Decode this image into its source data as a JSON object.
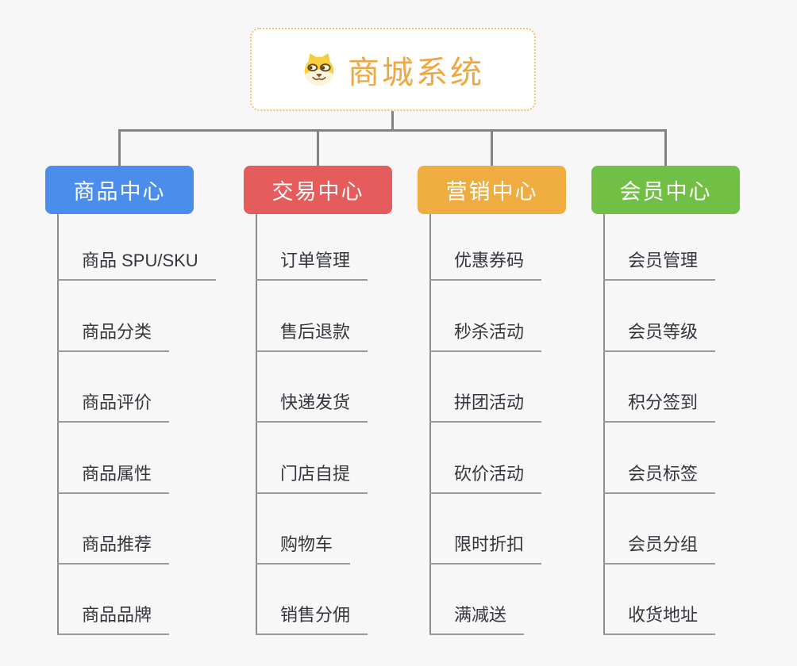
{
  "root": {
    "title": "商城系统",
    "title_color": "#F0A73F",
    "icon": "doge-icon"
  },
  "branches": [
    {
      "label": "商品中心",
      "color": "#4B8DEB",
      "items": [
        "商品 SPU/SKU",
        "商品分类",
        "商品评价",
        "商品属性",
        "商品推荐",
        "商品品牌"
      ]
    },
    {
      "label": "交易中心",
      "color": "#E55C5C",
      "items": [
        "订单管理",
        "售后退款",
        "快递发货",
        "门店自提",
        "购物车",
        "销售分佣"
      ]
    },
    {
      "label": "营销中心",
      "color": "#EFAD41",
      "items": [
        "优惠券码",
        "秒杀活动",
        "拼团活动",
        "砍价活动",
        "限时折扣",
        "满减送"
      ]
    },
    {
      "label": "会员中心",
      "color": "#71BF45",
      "items": [
        "会员管理",
        "会员等级",
        "积分签到",
        "会员标签",
        "会员分组",
        "收货地址"
      ]
    }
  ],
  "palette": {
    "background": "#F7F7F8",
    "root_border": "#F2BE6B",
    "connector_line": "#848484",
    "trunk_line": "#8A8C8E",
    "leaf_underline": "#9A9A9A",
    "leaf_text": "#33363B",
    "doge_yellow": "#FBCF3E",
    "doge_cream": "#FDF4DE",
    "doge_brown": "#8C5A2B"
  }
}
